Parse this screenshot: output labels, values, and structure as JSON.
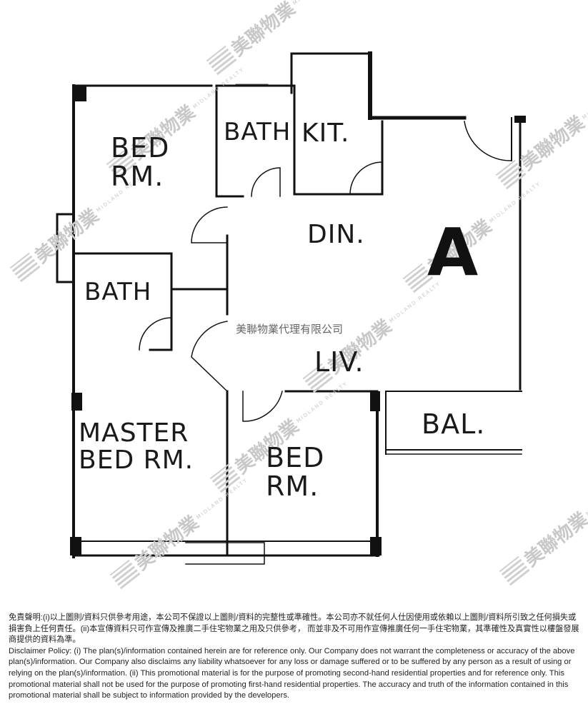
{
  "plan": {
    "unit_label": "A",
    "rooms": [
      {
        "id": "bed-rm-1",
        "line1": "BED",
        "line2": "RM."
      },
      {
        "id": "bath-1",
        "line1": "BATH",
        "line2": ""
      },
      {
        "id": "kit",
        "line1": "KIT.",
        "line2": ""
      },
      {
        "id": "din",
        "line1": "DIN.",
        "line2": ""
      },
      {
        "id": "bath-2",
        "line1": "BATH",
        "line2": ""
      },
      {
        "id": "liv",
        "line1": "LIV.",
        "line2": ""
      },
      {
        "id": "master",
        "line1": "MASTER",
        "line2": "BED RM."
      },
      {
        "id": "bed-rm-2",
        "line1": "BED",
        "line2": "RM."
      },
      {
        "id": "bal",
        "line1": "BAL.",
        "line2": ""
      }
    ]
  },
  "watermark": {
    "chinese": "美聯物業",
    "english": "MIDLAND REALTY",
    "agency_name": "美聯物業代理有限公司"
  },
  "disclaimer": {
    "chinese": "免責聲明:(i)以上圖則/資料只供參考用途，本公司不保證以上圖則/資料的完整性或準確性。本公司亦不就任何人仕因使用或依賴以上圖則/資料所引致之任何損失或損害負上任何責任。(ii)本宣傳資料只可作宣傳及推廣二手住宅物業之用及只供參考， 而並非及不可用作宣傳推廣任何一手住宅物業，其準確性及真實性以樓盤發展商提供的資料為準。",
    "english": "Disclaimer Policy: (i) The plan(s)/information contained herein are for reference only. Our Company does not warrant the completeness or accuracy of the above plan(s)/information. Our Company also disclaims any liability whatsoever for any loss or damage suffered or to be suffered by any person as a result of using or relying on the plan(s)/information. (ii) This promotional material is for the purpose of promoting second-hand residential properties and for reference only. This promotional material shall not be used for the purpose of promoting first-hand residential properties. The accuracy and truth of the information contained in this promotional material shall be subject to information provided by the developers."
  }
}
